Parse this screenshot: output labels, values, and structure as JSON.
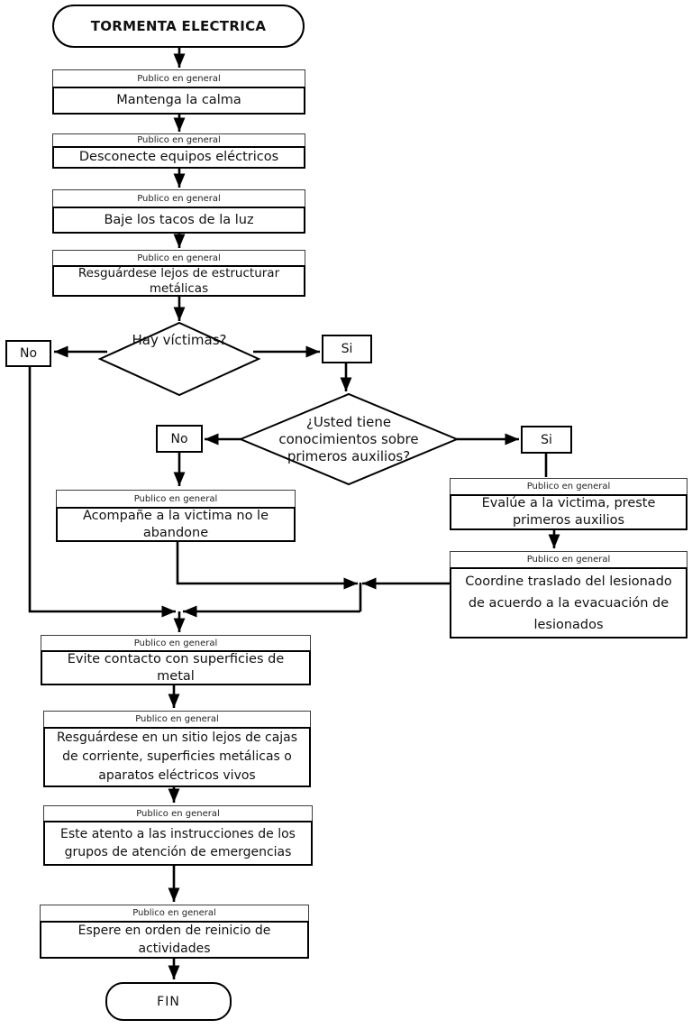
{
  "flow": {
    "start": "TORMENTA ELECTRICA",
    "end": "FIN",
    "audience_header": "Publico en general",
    "yes_label": "Si",
    "no_label": "No",
    "steps": [
      "Mantenga la calma",
      "Desconecte equipos eléctricos",
      "Baje los tacos de la luz",
      "Resguárdese lejos de estructurar metálicas",
      "Acompañe a la victima no le abandone",
      "Evalúe a la victima, preste primeros auxilios",
      "Coordine traslado del lesionado de acuerdo a la evacuación de lesionados",
      "Evite contacto con superficies de metal",
      "Resguárdese en un sitio lejos de cajas de corriente, superficies metálicas o aparatos eléctricos vivos",
      "Este atento a las instrucciones de los grupos de atención de emergencias",
      "Espere en orden de reinicio de actividades"
    ],
    "decisions": [
      "Hay víctimas?",
      "¿Usted tiene conocimientos sobre primeros auxilios?"
    ],
    "colors": {
      "line": "#000000",
      "background": "#ffffff"
    }
  }
}
